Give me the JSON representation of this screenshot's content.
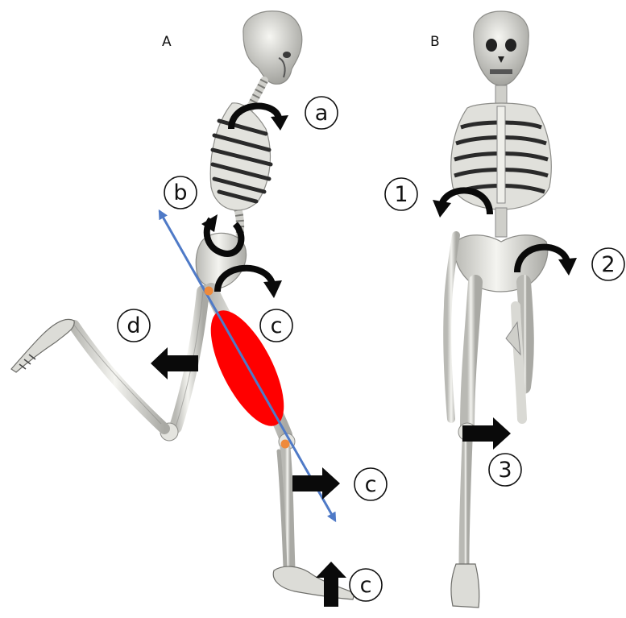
{
  "figure": {
    "panels": [
      {
        "id": "A",
        "label": "A"
      },
      {
        "id": "B",
        "label": "B"
      }
    ],
    "colors": {
      "bone": "#e9e9e4",
      "bone_edge": "#8c8c88",
      "bone_dark": "#2a2a2a",
      "arrow": "#0a0a0a",
      "muscle": "#ff0000",
      "axis_line": "#4f7ac7",
      "joint_dot": "#ee8a3c"
    },
    "panel_a": {
      "callouts": [
        {
          "id": "a",
          "label": "a"
        },
        {
          "id": "b",
          "label": "b"
        },
        {
          "id": "c1",
          "label": "c"
        },
        {
          "id": "c2",
          "label": "c"
        },
        {
          "id": "c3",
          "label": "c"
        },
        {
          "id": "d",
          "label": "d"
        }
      ]
    },
    "panel_b": {
      "callouts": [
        {
          "id": "n1",
          "label": "1"
        },
        {
          "id": "n2",
          "label": "2"
        },
        {
          "id": "n3",
          "label": "3"
        }
      ]
    }
  }
}
